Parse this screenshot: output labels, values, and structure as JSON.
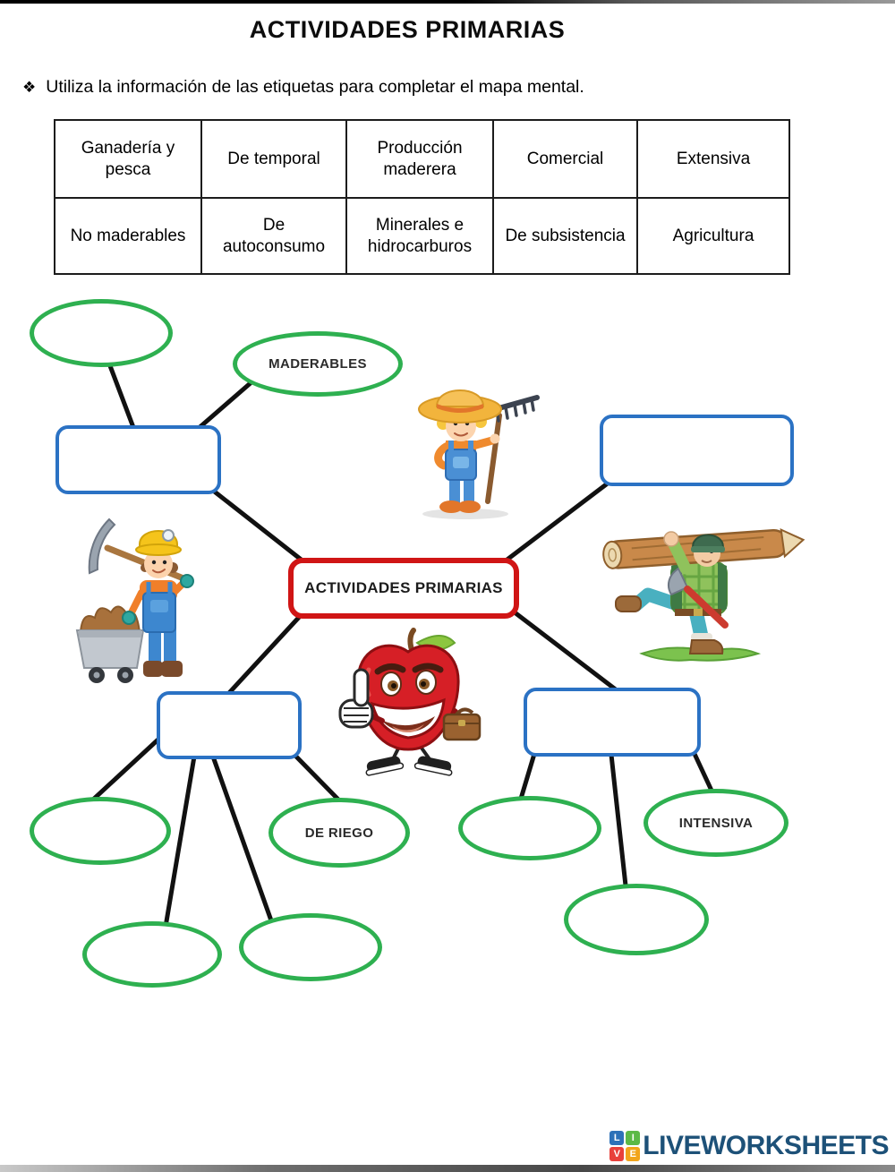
{
  "page": {
    "title": "ACTIVIDADES PRIMARIAS",
    "instruction_bullet": "❖",
    "instruction": "Utiliza la información de las etiquetas para completar el mapa mental."
  },
  "labels_table": {
    "rows": [
      [
        "Ganadería y pesca",
        "De temporal",
        "Producción maderera",
        "Comercial",
        "Extensiva"
      ],
      [
        "No maderables",
        "De autoconsumo",
        "Minerales e hidrocarburos",
        "De subsistencia",
        "Agricultura"
      ]
    ]
  },
  "mindmap": {
    "center_label": "ACTIVIDADES PRIMARIAS",
    "maderables_label": "MADERABLES",
    "de_riego_label": "DE RIEGO",
    "intensiva_label": "INTENSIVA"
  },
  "illustrations": {
    "farmer": "farmer-with-rake",
    "miner": "miner-with-pickaxe-and-cart",
    "lumberjack": "lumberjack-carrying-log",
    "apple": "smiling-apple-thumbs-up"
  },
  "footer": {
    "brand": "LIVEWORKSHEETS",
    "icon_letters": [
      "L",
      "I",
      "V",
      "E"
    ]
  },
  "colors": {
    "ellipse_green": "#2eb050",
    "box_blue": "#2b72c4",
    "center_red": "#d01515",
    "line_black": "#111111",
    "brand_navy": "#1d5178"
  }
}
